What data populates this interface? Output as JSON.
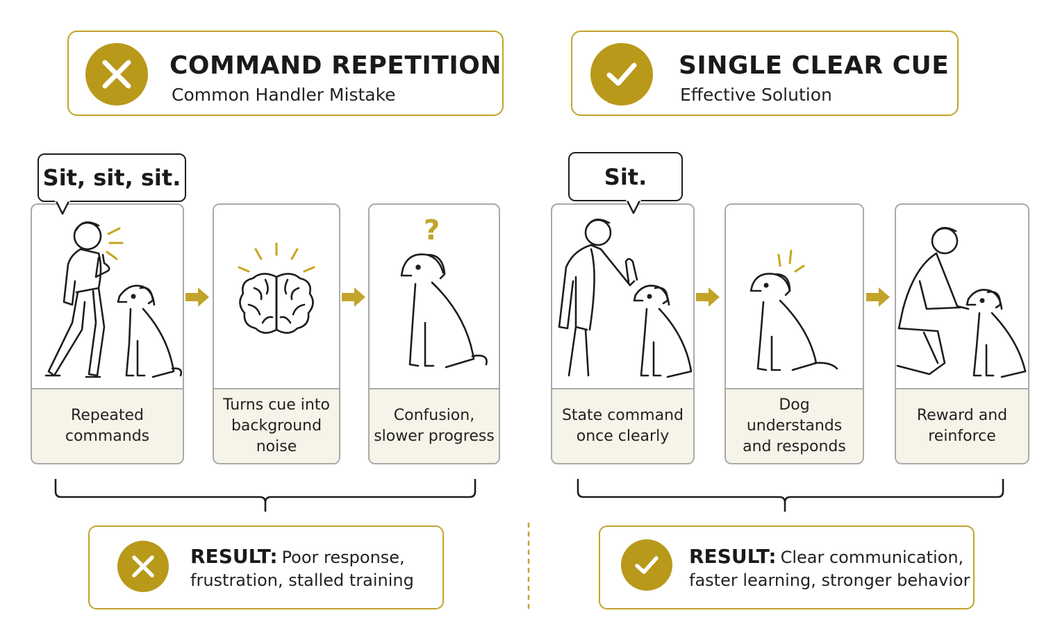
{
  "left": {
    "header": {
      "title": "COMMAND REPETITION",
      "subtitle": "Common Handler Mistake",
      "icon": "x-icon"
    },
    "speech": "Sit, sit, sit.",
    "steps": [
      {
        "caption": "Repeated commands"
      },
      {
        "caption": "Turns cue into background noise"
      },
      {
        "caption": "Confusion, slower progress"
      }
    ],
    "confusion_mark": "?",
    "result": {
      "label": "RESULT:",
      "line1": "Poor response,",
      "line2": "frustration, stalled training"
    }
  },
  "right": {
    "header": {
      "title": "SINGLE CLEAR CUE",
      "subtitle": "Effective Solution",
      "icon": "check-icon"
    },
    "speech": "Sit.",
    "steps": [
      {
        "caption": "State command once clearly"
      },
      {
        "caption": "Dog understands and responds"
      },
      {
        "caption": "Reward and reinforce"
      }
    ],
    "result": {
      "label": "RESULT:",
      "line1": "Clear communication,",
      "line2": "faster learning, stronger behavior"
    }
  },
  "colors": {
    "accent": "#b8991a",
    "panel_caption_bg": "#f6f3e8",
    "panel_border": "#a9a9a9",
    "ink": "#1d1d1d"
  }
}
